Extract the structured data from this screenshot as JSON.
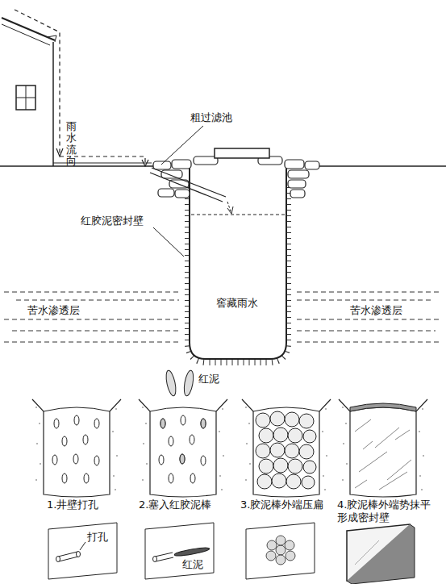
{
  "diagram": {
    "labels": [
      "雨水流向",
      "粗过滤池",
      "红胶泥密封壁",
      "窖藏雨水",
      "苦水渗透层",
      "苦水渗透层",
      "红泥",
      "1.井壁打孔",
      "2.塞入红胶泥棒",
      "3.胶泥棒外端压扁",
      "4.胶泥棒外端势抹平形成密封壁",
      "打孔",
      "红泥"
    ]
  }
}
